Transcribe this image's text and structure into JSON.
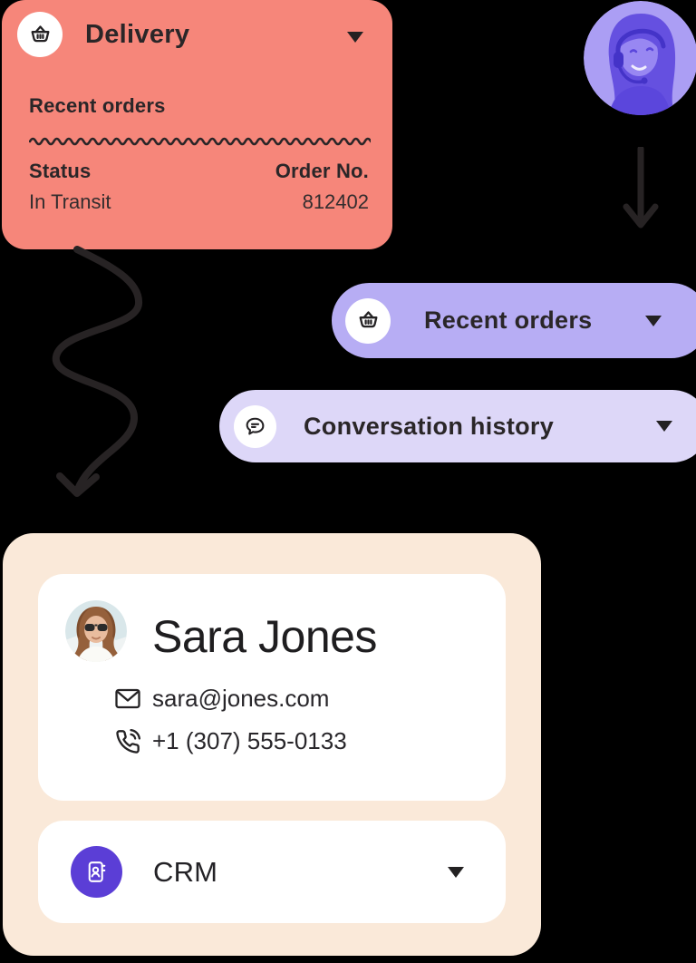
{
  "colors": {
    "background": "#000000",
    "delivery_card_bg": "#F6867A",
    "recent_orders_pill_bg": "#B7ADF4",
    "conversation_pill_bg": "#DDD7F8",
    "crm_card_bg": "#FAE9D9",
    "crm_icon_bg": "#5B3ED6",
    "avatar_duotone": "#AB9EF4",
    "ink": "#262325"
  },
  "delivery_card": {
    "icon": "basket-icon",
    "title": "Delivery",
    "section_label": "Recent orders",
    "status_header": "Status",
    "order_no_header": "Order No.",
    "status_value": "In Transit",
    "order_no_value": "812402"
  },
  "pills": {
    "recent_orders": {
      "icon": "basket-icon",
      "label": "Recent orders"
    },
    "conversation_history": {
      "icon": "chat-bubble-icon",
      "label": "Conversation history"
    }
  },
  "contact_card": {
    "name": "Sara Jones",
    "email": "sara@jones.com",
    "phone": "+1 (307) 555-0133"
  },
  "crm": {
    "icon": "address-book-icon",
    "label": "CRM"
  }
}
